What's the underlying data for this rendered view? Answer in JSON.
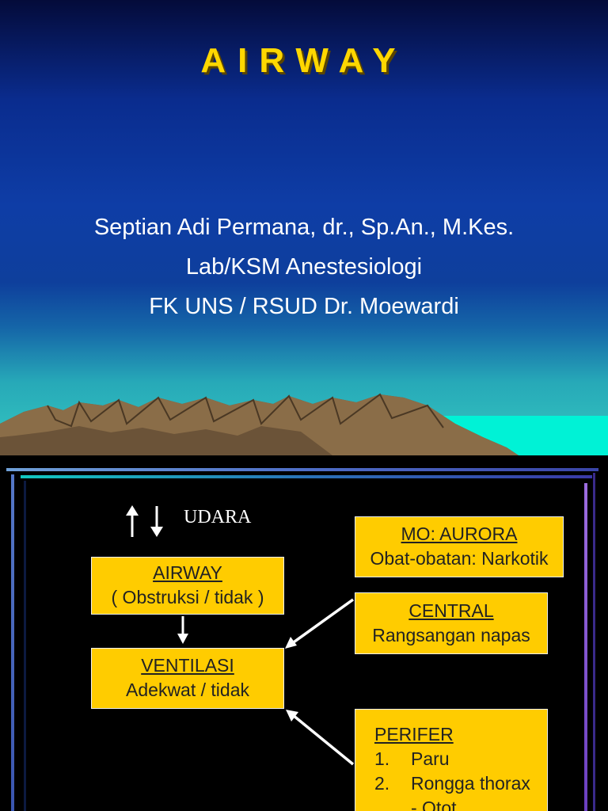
{
  "slide1": {
    "title": "AIRWAY",
    "author_lines": [
      "Septian Adi Permana, dr., Sp.An., M.Kes.",
      "Lab/KSM Anestesiologi",
      "FK UNS  /  RSUD Dr. Moewardi"
    ]
  },
  "slide2": {
    "udara": "UDARA",
    "airway_box": {
      "head": "AIRWAY",
      "sub": "( Obstruksi / tidak )"
    },
    "ventilasi_box": {
      "head": "VENTILASI",
      "sub": "Adekwat / tidak"
    },
    "mo_box": {
      "head": "MO: AURORA",
      "sub": "Obat-obatan: Narkotik"
    },
    "central_box": {
      "head": "CENTRAL",
      "sub": "Rangsangan  napas"
    },
    "perifer_box": {
      "head": "PERIFER",
      "items": [
        {
          "num": "1.",
          "text": "Paru"
        },
        {
          "num": "2.",
          "text": "Rongga  thorax"
        },
        {
          "num": "",
          "text": "-  Otot"
        }
      ]
    }
  },
  "colors": {
    "title": "#ffd700",
    "box": "#ffcc00",
    "sea": "#00f2d6"
  }
}
